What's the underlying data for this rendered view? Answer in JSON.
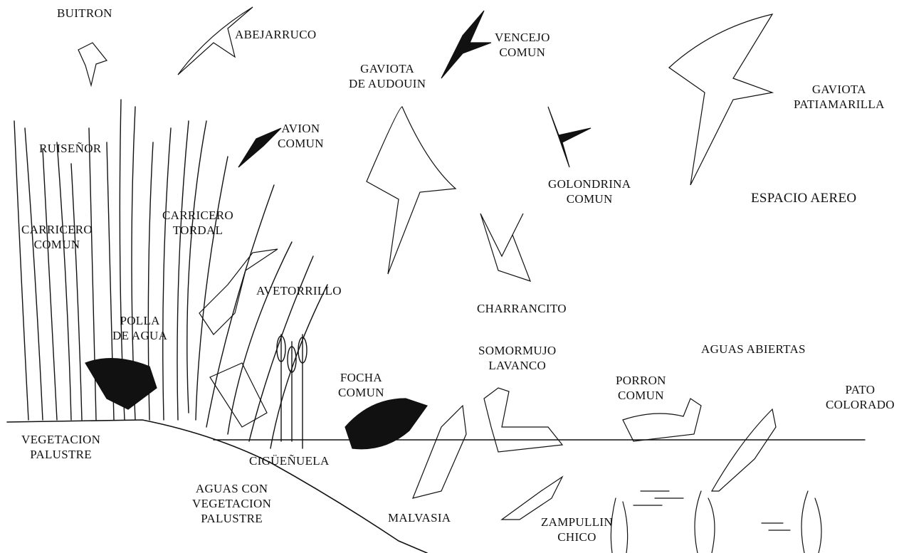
{
  "labels": {
    "buitron": [
      "BUITRON"
    ],
    "abejarruco": [
      "ABEJARRUCO"
    ],
    "vencejo": [
      "VENCEJO",
      "COMUN"
    ],
    "gaviota_audouin": [
      "GAVIOTA",
      "DE AUDOUIN"
    ],
    "gaviota_patiamarilla": [
      "GAVIOTA",
      "PATIAMARILLA"
    ],
    "ruisenor": [
      "RUISEÑOR"
    ],
    "avion": [
      "AVION",
      "COMUN"
    ],
    "golondrina": [
      "GOLONDRINA",
      "COMUN"
    ],
    "espacio_aereo": [
      "ESPACIO AEREO"
    ],
    "carricero_comun": [
      "CARRICERO",
      "COMUN"
    ],
    "carricero_tordal": [
      "CARRICERO",
      "TORDAL"
    ],
    "avetorrillo": [
      "AVETORRILLO"
    ],
    "charrancito": [
      "CHARRANCITO"
    ],
    "polla_de_agua": [
      "POLLA",
      "DE AGUA"
    ],
    "somormujo": [
      "SOMORMUJO",
      "LAVANCO"
    ],
    "aguas_abiertas": [
      "AGUAS ABIERTAS"
    ],
    "focha": [
      "FOCHA",
      "COMUN"
    ],
    "porron": [
      "PORRON",
      "COMUN"
    ],
    "pato_colorado": [
      "PATO",
      "COLORADO"
    ],
    "vegetacion_palustre": [
      "VEGETACION",
      "PALUSTRE"
    ],
    "ciguenuela": [
      "CIGÜEÑUELA"
    ],
    "aguas_con_vegetacion": [
      "AGUAS CON",
      "VEGETACION",
      "PALUSTRE"
    ],
    "malvasia": [
      "MALVASIA"
    ],
    "zampullin": [
      "ZAMPULLIN",
      "CHICO"
    ]
  },
  "colors": {
    "ink": "#111111",
    "background": "#ffffff"
  },
  "icons": [
    "bird-silhouette-icon",
    "reed-icon",
    "cattail-icon"
  ]
}
